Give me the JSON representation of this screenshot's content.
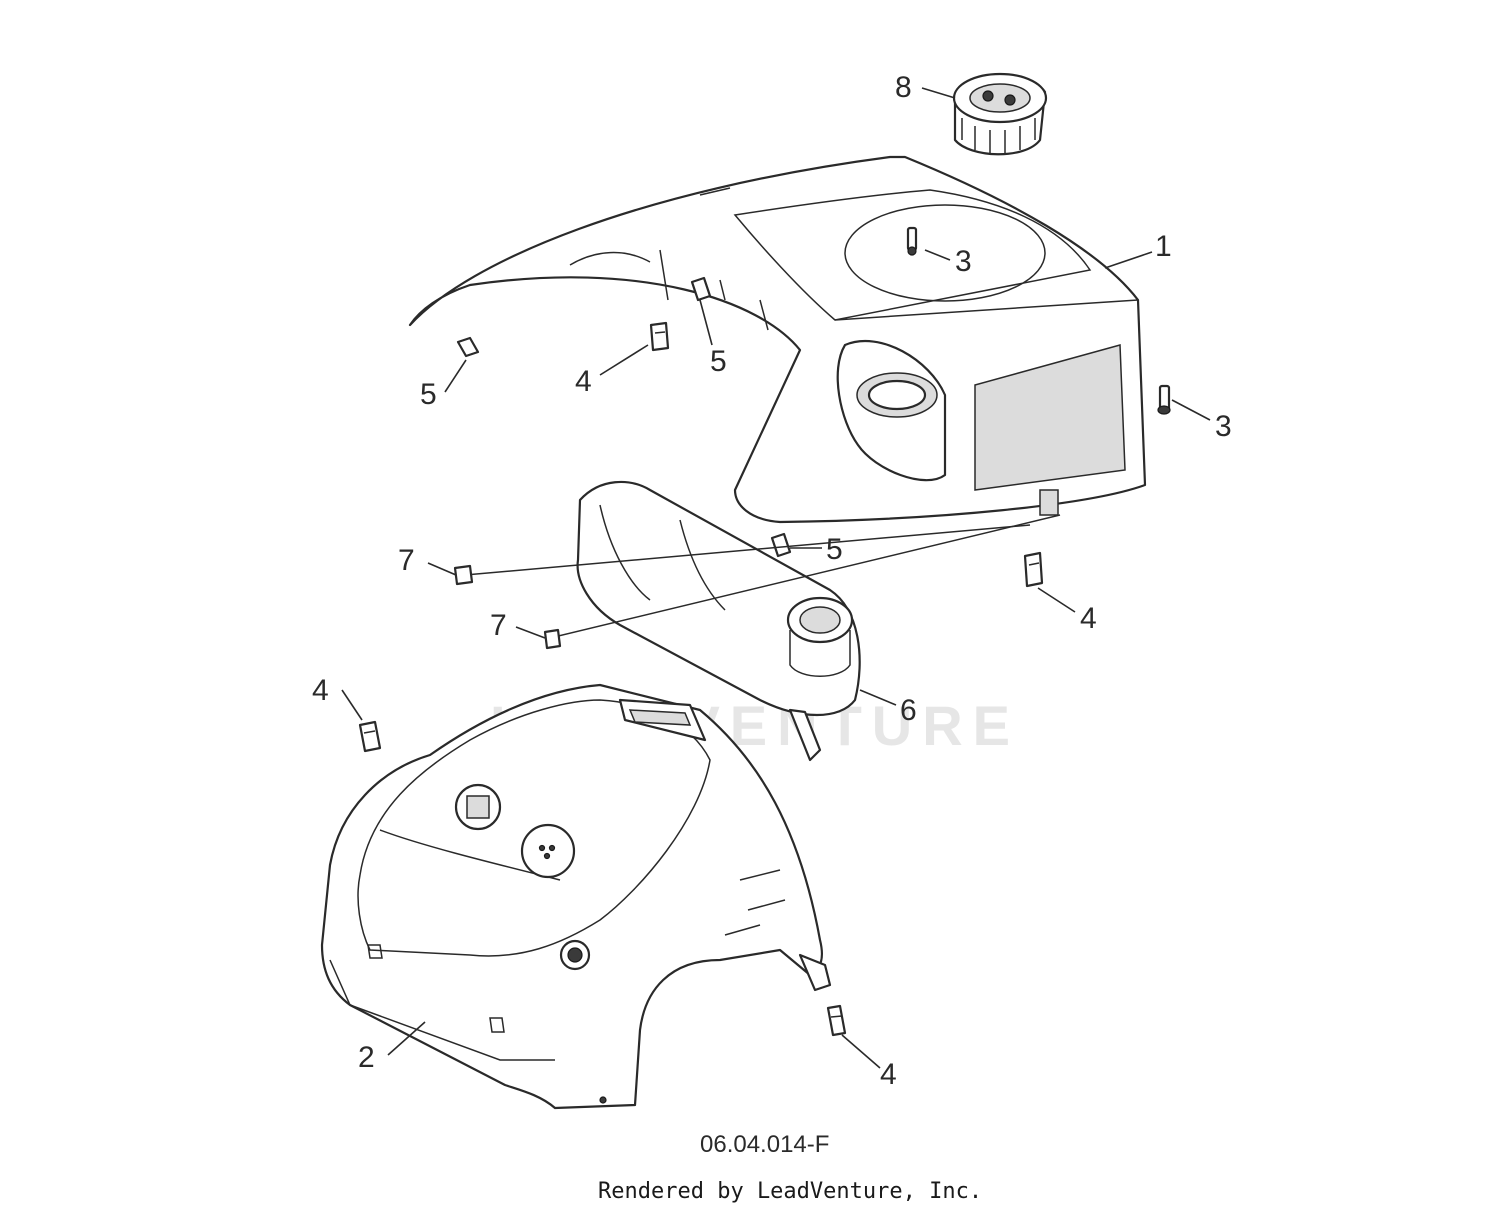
{
  "watermark": "LEADVENTURE",
  "callouts": {
    "c1": "1",
    "c2": "2",
    "c3a": "3",
    "c3b": "3",
    "c4a": "4",
    "c4b": "4",
    "c4c": "4",
    "c4d": "4",
    "c5a": "5",
    "c5b": "5",
    "c5c": "5",
    "c6": "6",
    "c7a": "7",
    "c7b": "7",
    "c8": "8"
  },
  "drawing_number": "06.04.014-F",
  "credit": "Rendered by LeadVenture, Inc.",
  "colors": {
    "line": "#2a2a2a",
    "background": "#ffffff",
    "watermark": "#e6e6e6"
  }
}
